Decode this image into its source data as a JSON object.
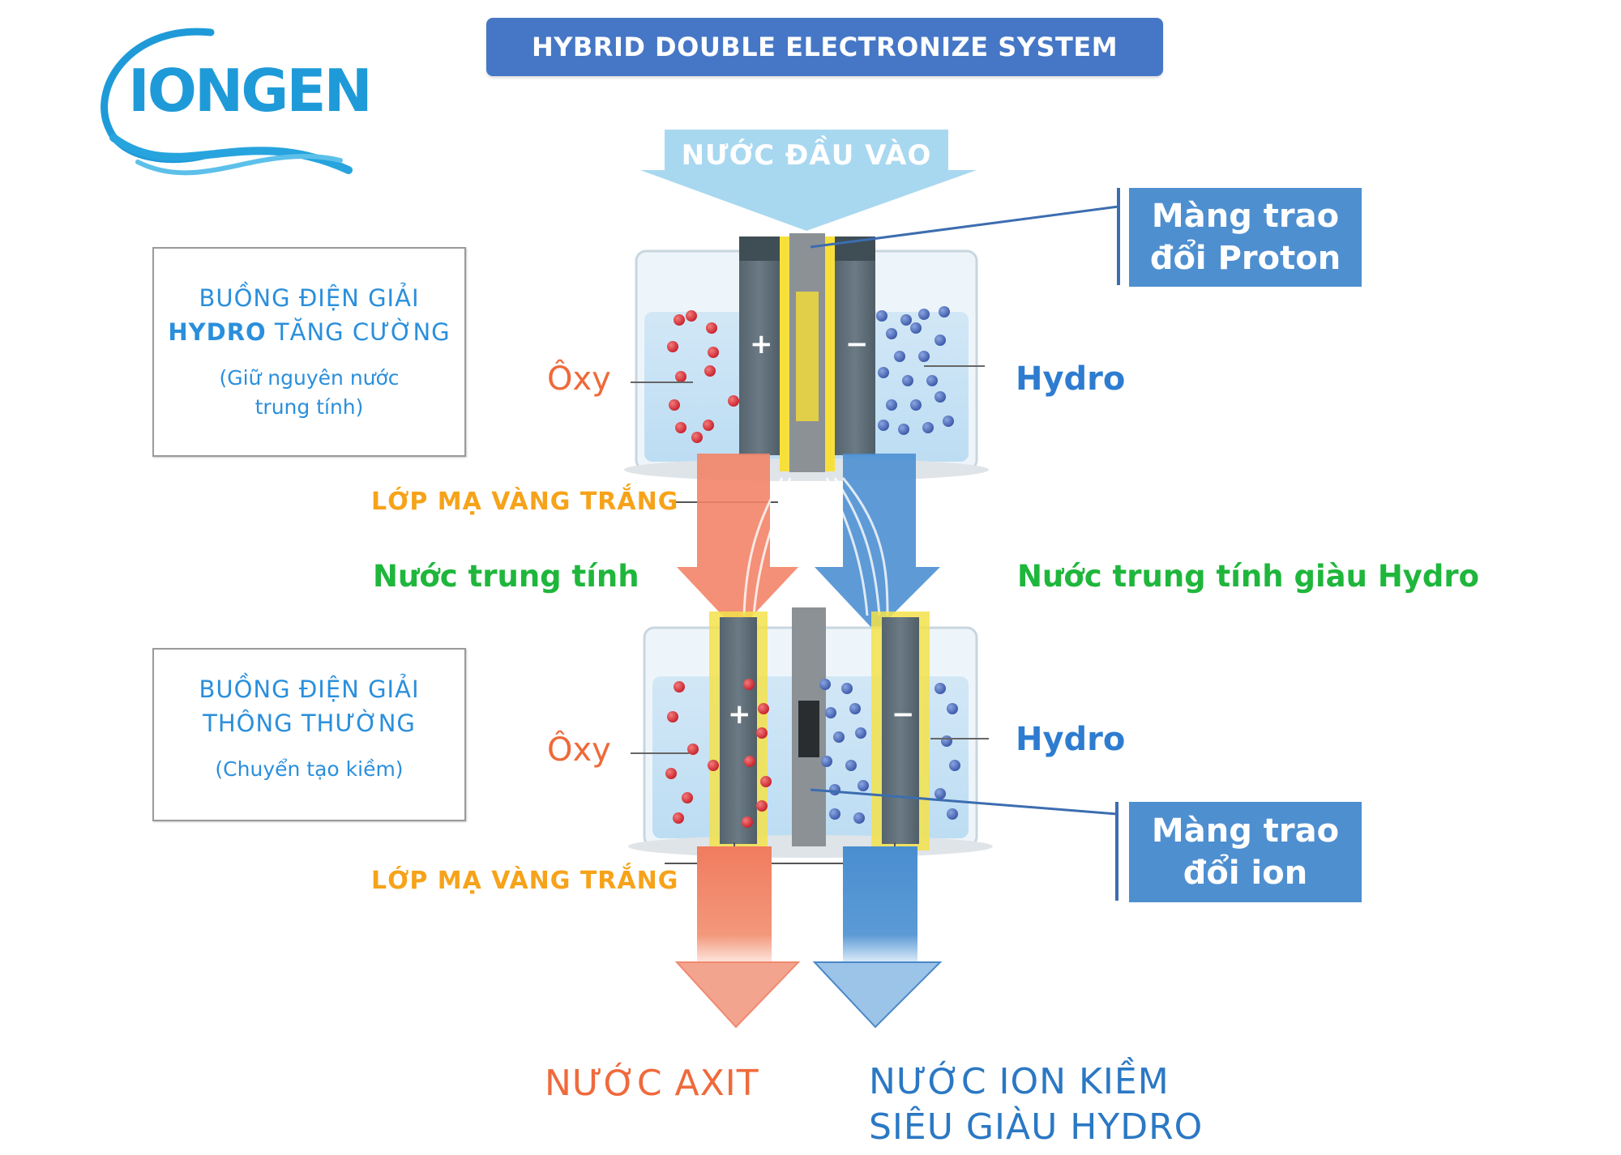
{
  "logo": {
    "text": "IONGEN",
    "color": "#1f9ad8"
  },
  "title": "HYBRID DOUBLE ELECTRONIZE SYSTEM",
  "input_arrow_label": "NƯỚC ĐẦU VÀO",
  "top_chamber": {
    "title_line1": "BUỒNG ĐIỆN GIẢI",
    "title_bold": "HYDRO",
    "title_line2_rest": "TĂNG CƯỜNG",
    "subtitle_line1": "(Giữ nguyên nước",
    "subtitle_line2": "trung tính)",
    "left_gas": "Ôxy",
    "right_gas": "Hydro",
    "plating_label": "LỚP MẠ VÀNG TRẮNG",
    "membrane": {
      "line1": "Màng trao",
      "line2": "đổi Proton"
    },
    "anode_sign": "+",
    "cathode_sign": "−"
  },
  "mid_labels": {
    "left_output": "Nước trung tính",
    "right_output": "Nước trung tính giàu Hydro"
  },
  "bottom_chamber": {
    "title_line1": "BUỒNG ĐIỆN GIẢI",
    "title_line2": "THÔNG THƯỜNG",
    "subtitle": "(Chuyển tạo kiềm)",
    "left_gas": "Ôxy",
    "right_gas": "Hydro",
    "plating_label": "LỚP MẠ VÀNG TRẮNG",
    "membrane": {
      "line1": "Màng trao",
      "line2": "đổi ion"
    },
    "anode_sign": "+",
    "cathode_sign": "−"
  },
  "outputs": {
    "acid": "NƯỚC AXIT",
    "alkaline_line1": "NƯỚC ION KIỀM",
    "alkaline_line2": "SIÊU GIÀU HYDRO"
  },
  "colors": {
    "title_bg": "#4677c6",
    "membrane_bg": "#4e8fd0",
    "oxygen": "#ee6a3a",
    "hydrogen": "#2d7cd0",
    "gold": "#f6a31a",
    "green": "#1fb63c",
    "acid_arrow": "#f2876a",
    "alkaline_arrow": "#4f93d3",
    "input_arrow": "#a8d8f0"
  }
}
